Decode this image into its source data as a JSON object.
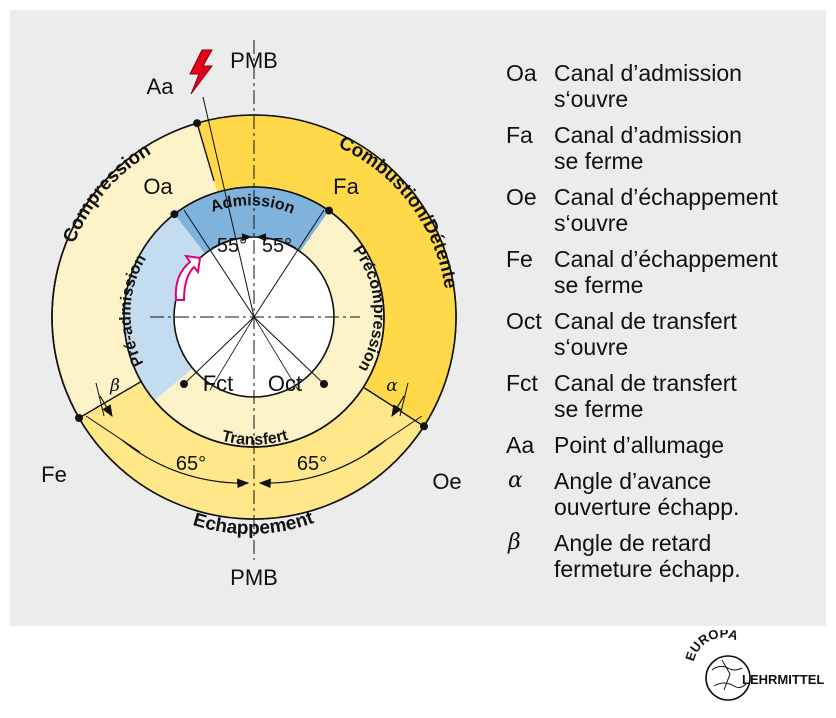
{
  "diagram": {
    "top_label": "PMB",
    "bottom_label": "PMB",
    "rings": {
      "outer": [
        "Compression",
        "Combustion/Détente",
        "Echappement"
      ],
      "inner": [
        "Admission",
        "Précompression",
        "Transfert",
        "Pré-admission"
      ]
    },
    "points": {
      "oa": "Oa",
      "fa": "Fa",
      "fct": "Fct",
      "oct": "Oct",
      "fe": "Fe",
      "oe": "Oe",
      "aa": "Aa"
    },
    "angles": {
      "top_left": "55°",
      "top_right": "55°",
      "bottom_left": "65°",
      "bottom_right": "65°",
      "alpha": "α",
      "beta": "β"
    },
    "colors": {
      "pale_yellow": "#fdf3c8",
      "yellow": "#ffd94a",
      "pale_blue": "#c4dcef",
      "blue": "#7fb3dc",
      "spark": "#e2001a",
      "rotation_arrow": "#e0007a"
    }
  },
  "legend": [
    {
      "key": "Oa",
      "text": "Canal d’admission\ns‘ouvre"
    },
    {
      "key": "Fa",
      "text": "Canal d’admission\nse ferme"
    },
    {
      "key": "Oe",
      "text": "Canal d’échappement\ns‘ouvre"
    },
    {
      "key": "Fe",
      "text": "Canal d’échappement\nse ferme"
    },
    {
      "key": "Oct",
      "text": "Canal de transfert\ns‘ouvre"
    },
    {
      "key": "Fct",
      "text": "Canal de transfert\nse ferme"
    },
    {
      "key": "Aa",
      "text": "Point d’allumage"
    },
    {
      "key": "α",
      "text": "Angle d’avance\nouverture échapp.",
      "greek": true
    },
    {
      "key": "β",
      "text": "Angle de retard\nfermeture échapp.",
      "greek": true
    }
  ],
  "logo": {
    "arc_text": "EUROPA",
    "text": "LEHRMITTEL"
  }
}
